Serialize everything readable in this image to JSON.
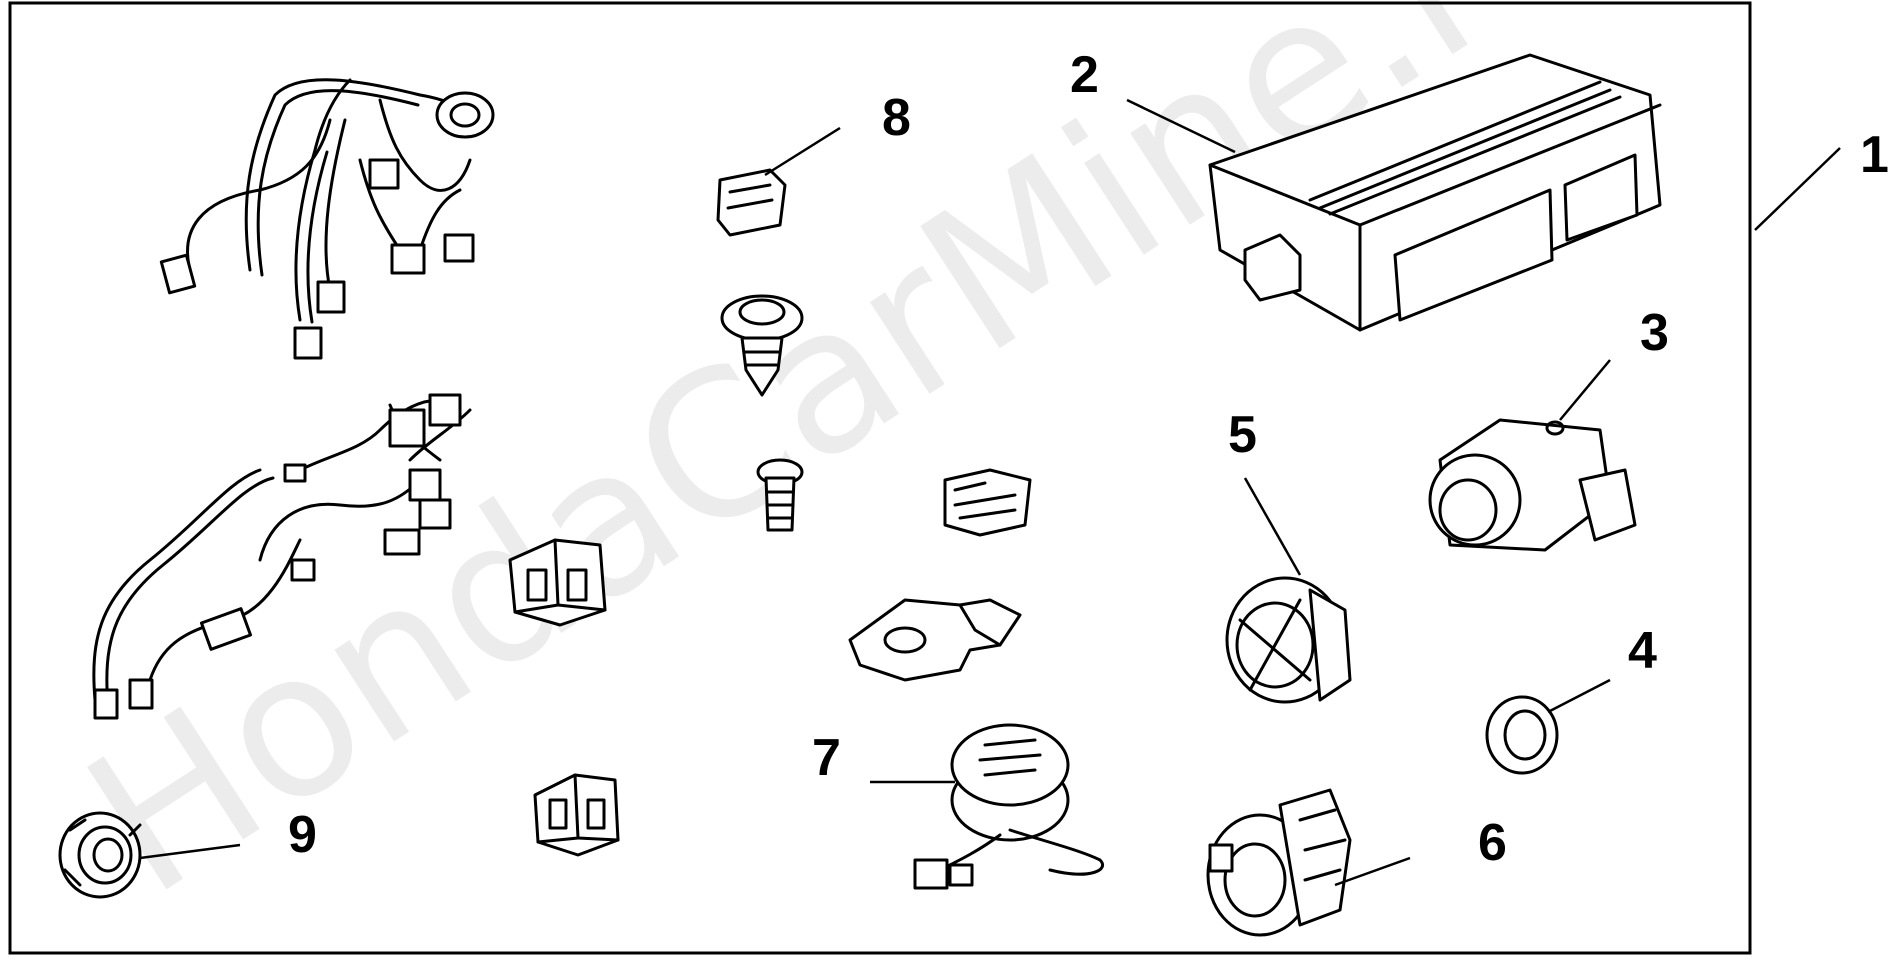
{
  "watermark": "HondaCarMine.ru",
  "callouts": {
    "c1": "1",
    "c2": "2",
    "c3": "3",
    "c4": "4",
    "c5": "5",
    "c6": "6",
    "c7": "7",
    "c8": "8",
    "c9": "9"
  }
}
